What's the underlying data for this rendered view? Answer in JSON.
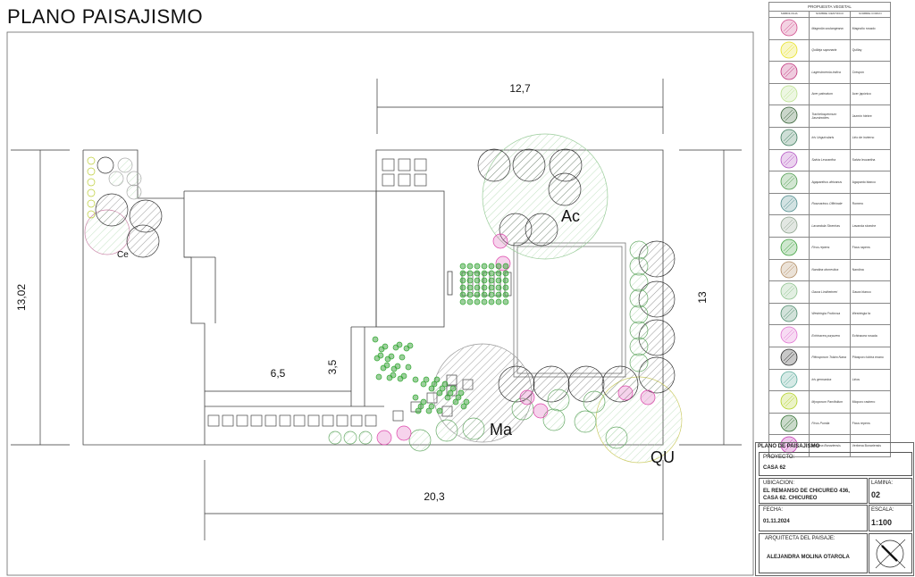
{
  "title": "PLANO PAISAJISMO",
  "plan": {
    "dimensions": {
      "top": "12,7",
      "right": "13",
      "left": "13,02",
      "bottom": "20,3",
      "inner_h": "6,5",
      "inner_v": "3,5"
    },
    "zone_labels": {
      "ac": "Ac",
      "ma": "Ma",
      "qu": "QU",
      "ce": "Ce"
    }
  },
  "legend": {
    "caption": "PROPUESTA VEGETAL",
    "headers": [
      "SIMBOLOGIA",
      "NOMBRE CIENTIFICO",
      "NOMBRE COMUN"
    ],
    "rows": [
      {
        "sci": "Magnolia soulangeana",
        "common": "Magnolio rosado",
        "color": "#d04a8a"
      },
      {
        "sci": "Quillaja saponaria",
        "common": "Quillay",
        "color": "#e6e020"
      },
      {
        "sci": "Lagerstroemia indica",
        "common": "Crespón",
        "color": "#c0307a"
      },
      {
        "sci": "Acer palmatum",
        "common": "Acer japónico",
        "color": "#b8e08a"
      },
      {
        "sci": "Trachelospermum Jasminoides",
        "common": "Jazmín hiebre",
        "color": "#2d5a2d"
      },
      {
        "sci": "Iris Unguicularis",
        "common": "Lirio de invierno",
        "color": "#3a7a5a"
      },
      {
        "sci": "Salvia Leucantha",
        "common": "Salvia leucantha",
        "color": "#b050c0"
      },
      {
        "sci": "Agapanthus africanus",
        "common": "Agapanto blanco",
        "color": "#4a9a4a"
      },
      {
        "sci": "Rosmarinus Officinale",
        "common": "Romero",
        "color": "#4a8a8a"
      },
      {
        "sci": "Lavandula Stoechas",
        "common": "Lavanda stoeche",
        "color": "#8aa08a"
      },
      {
        "sci": "Ficus repens",
        "common": "Ficus rapens",
        "color": "#3aa03a"
      },
      {
        "sci": "Nandina domestica",
        "common": "Nandina",
        "color": "#b08a60"
      },
      {
        "sci": "Gaura Lindheimeri",
        "common": "Gaura blanco",
        "color": "#8ac08a"
      },
      {
        "sci": "Westringia Fruticosa",
        "common": "Westringia fa",
        "color": "#4a8a6a"
      },
      {
        "sci": "Echinacea purpurea",
        "common": "Echinacea rosada",
        "color": "#e070d0"
      },
      {
        "sci": "Pittosporum Tobira Nana",
        "common": "Pitosporo tobira enano",
        "color": "#222222"
      },
      {
        "sci": "Iris germanica",
        "common": "Lirios",
        "color": "#5aaa9a"
      },
      {
        "sci": "Myoporum Parvifolium",
        "common": "Mioporo rastrero",
        "color": "#b0d020"
      },
      {
        "sci": "Ficus Pumila",
        "common": "Ficus repens",
        "color": "#2a6a2a"
      },
      {
        "sci": "Verbena Bonariensis",
        "common": "Verbena Bonariensis",
        "color": "#c030b0"
      }
    ]
  },
  "title_block": {
    "heading": "PLANO DE PAISAJISMO",
    "proyecto_label": "PROYECTO:",
    "proyecto": "CASA 62",
    "ubicacion_label": "UBICACION:",
    "ubicacion": "EL REMANSO DE CHICUREO 436, CASA 62. CHICUREO",
    "lamina_label": "LAMINA:",
    "lamina": "02",
    "fecha_label": "FECHA:",
    "fecha": "01.11.2024",
    "escala_label": "ESCALA:",
    "escala": "1:100",
    "arquitecta_label": "ARQUITECTA DEL PAISAJE:",
    "arquitecta": "ALEJANDRA MOLINA OTAROLA"
  }
}
